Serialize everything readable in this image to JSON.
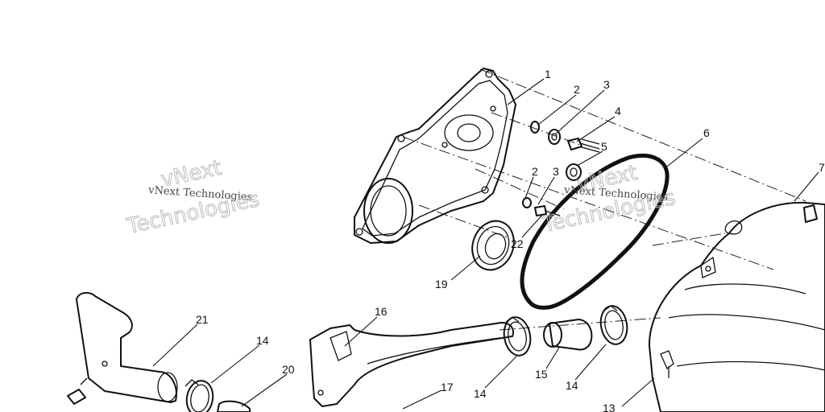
{
  "watermarks": [
    {
      "id": "left",
      "lines": [
        "vNext",
        "vNext Technologies",
        "Technologies"
      ]
    },
    {
      "id": "right",
      "lines": [
        "vNext",
        "vNext Technologies",
        "Technologies"
      ]
    }
  ],
  "callouts": [
    {
      "id": "c1",
      "label": "1"
    },
    {
      "id": "c2a",
      "label": "2"
    },
    {
      "id": "c3a",
      "label": "3"
    },
    {
      "id": "c4",
      "label": "4"
    },
    {
      "id": "c5",
      "label": "5"
    },
    {
      "id": "c6",
      "label": "6"
    },
    {
      "id": "c7",
      "label": "7"
    },
    {
      "id": "c2b",
      "label": "2"
    },
    {
      "id": "c3b",
      "label": "3"
    },
    {
      "id": "c22",
      "label": "22"
    },
    {
      "id": "c19",
      "label": "19"
    },
    {
      "id": "c21",
      "label": "21"
    },
    {
      "id": "c14a",
      "label": "14"
    },
    {
      "id": "c20",
      "label": "20"
    },
    {
      "id": "c16",
      "label": "16"
    },
    {
      "id": "c17",
      "label": "17"
    },
    {
      "id": "c14b",
      "label": "14"
    },
    {
      "id": "c15",
      "label": "15"
    },
    {
      "id": "c14c",
      "label": "14"
    },
    {
      "id": "c13",
      "label": "13"
    }
  ]
}
